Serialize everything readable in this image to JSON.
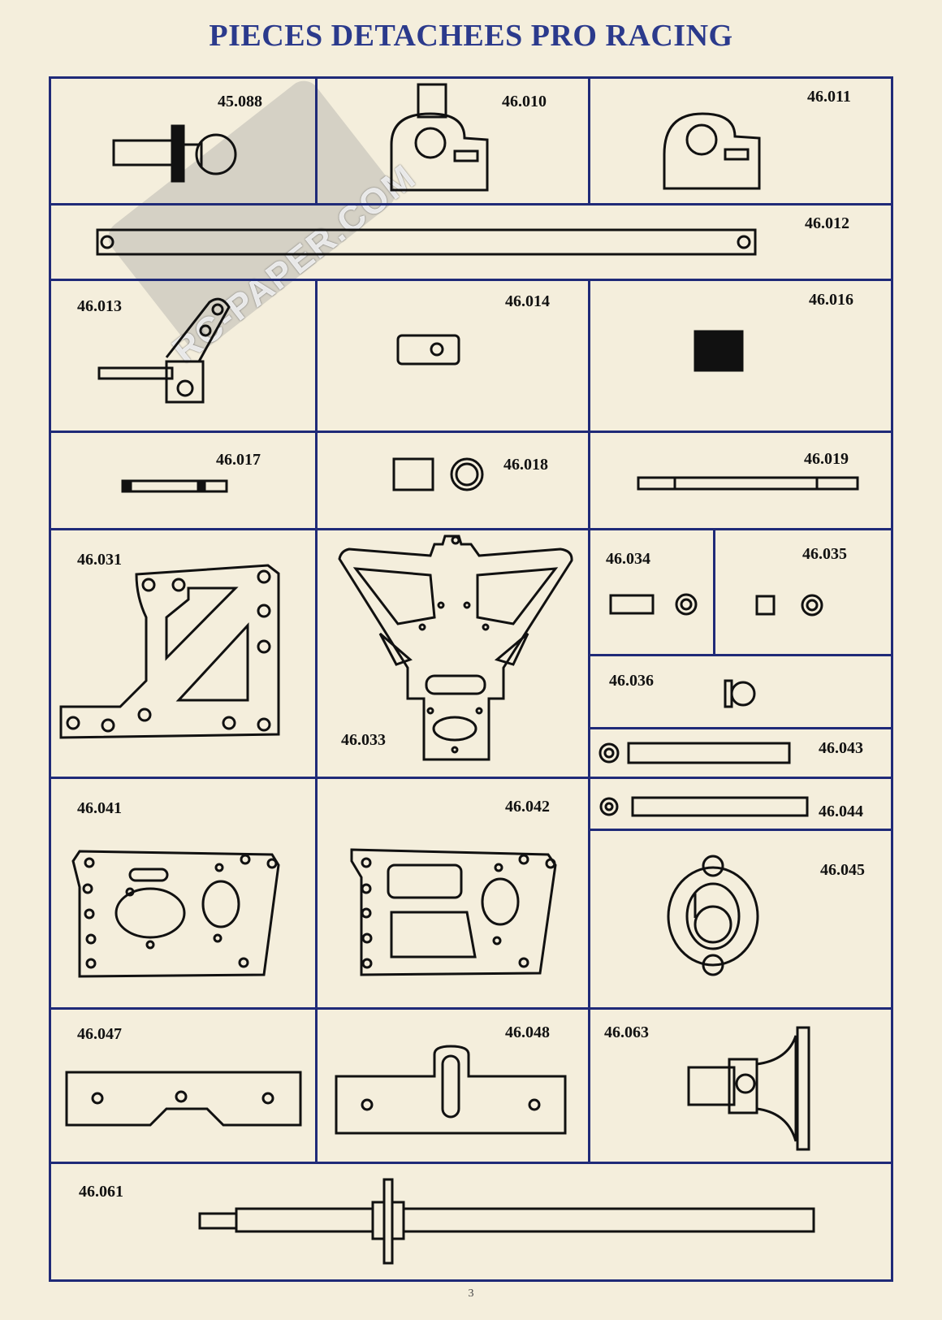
{
  "page": {
    "title": "PIECES DETACHEES PRO RACING",
    "page_number": "3",
    "watermark": "RC-PAPER.COM"
  },
  "parts": {
    "p45088": "45.088",
    "p46010": "46.010",
    "p46011": "46.011",
    "p46012": "46.012",
    "p46013": "46.013",
    "p46014": "46.014",
    "p46016": "46.016",
    "p46017": "46.017",
    "p46018": "46.018",
    "p46019": "46.019",
    "p46031": "46.031",
    "p46033": "46.033",
    "p46034": "46.034",
    "p46035": "46.035",
    "p46036": "46.036",
    "p46043": "46.043",
    "p46041": "46.041",
    "p46042": "46.042",
    "p46044": "46.044",
    "p46045": "46.045",
    "p46047": "46.047",
    "p46048": "46.048",
    "p46063": "46.063",
    "p46061": "46.061"
  },
  "colors": {
    "frame": "#1f2a78",
    "title": "#2b3a8c",
    "paper": "#f4eedc"
  }
}
